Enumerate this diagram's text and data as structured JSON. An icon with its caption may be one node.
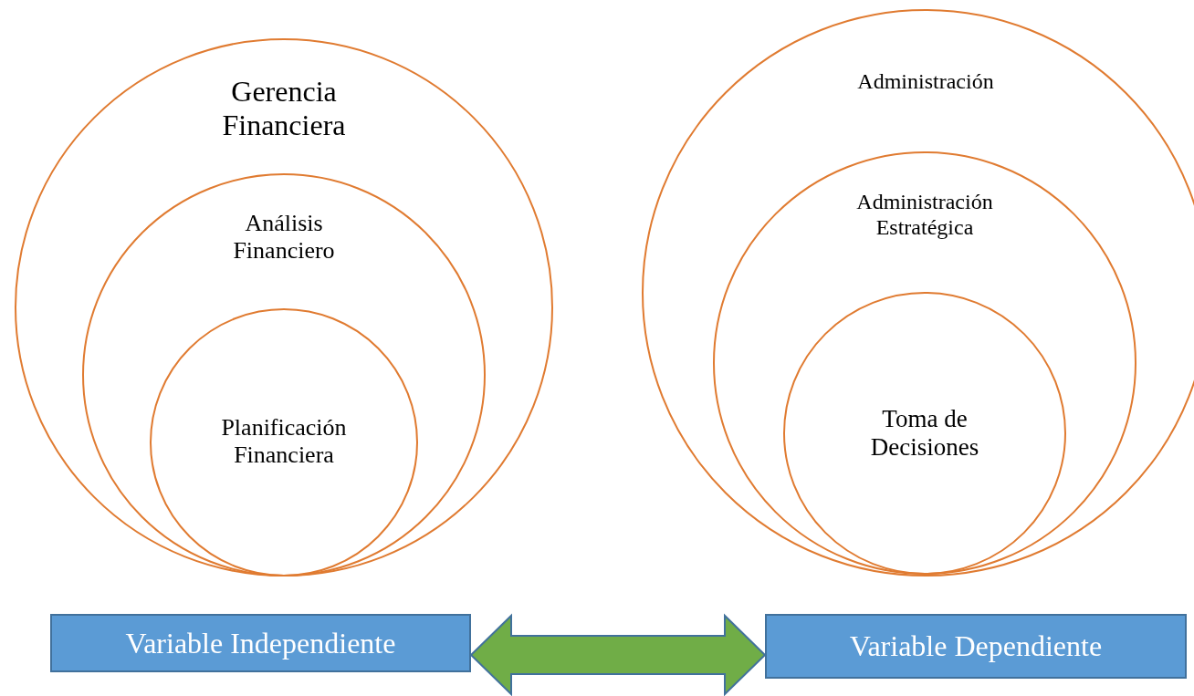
{
  "diagram": {
    "nodes": [
      {
        "text": [
          "Gerencia Financiera"
        ]
      },
      {
        "text": [
          "Análisis Financiero"
        ],
        "in": 0
      },
      {
        "text": [
          "Planificación Financiera"
        ],
        "in": 1
      },
      {
        "text": [
          "Administración"
        ]
      },
      {
        "text": [
          "Administración Estratégica"
        ],
        "in": 3
      },
      {
        "text": [
          "Toma de Decisiones"
        ],
        "in": 4
      },
      {
        "text": [
          "Variable Independiente"
        ]
      },
      {
        "text": [
          "Variable Dependiente"
        ]
      }
    ],
    "edges": [
      {
        "from": 6,
        "to": 7,
        "arrow": "both",
        "style": "thick",
        "color": "#70ad47"
      }
    ]
  }
}
